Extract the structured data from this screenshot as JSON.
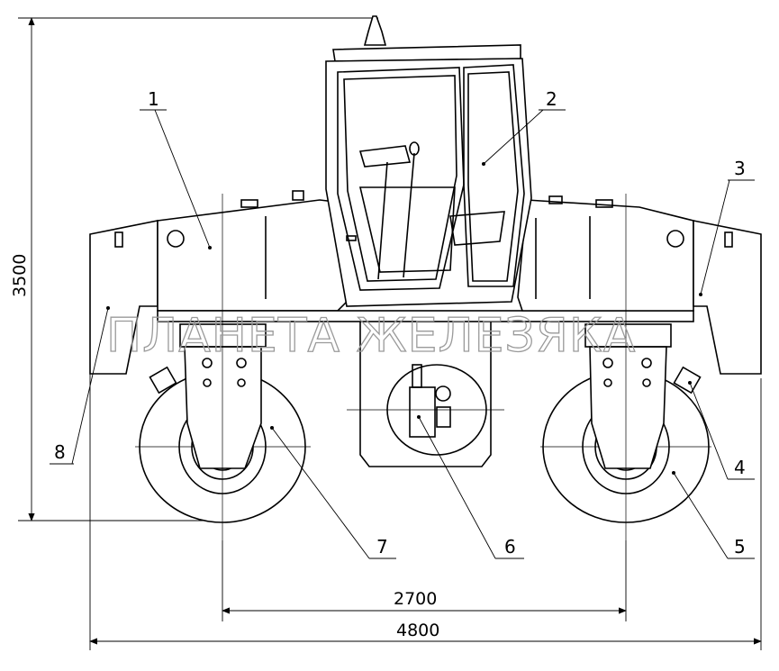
{
  "callouts": [
    "1",
    "2",
    "3",
    "4",
    "5",
    "6",
    "7",
    "8"
  ],
  "dimensions": {
    "height": "3500",
    "wheelbase": "2700",
    "length": "4800"
  },
  "watermark": "ПЛАНЕТА ЖЕЛЕЗЯКА"
}
